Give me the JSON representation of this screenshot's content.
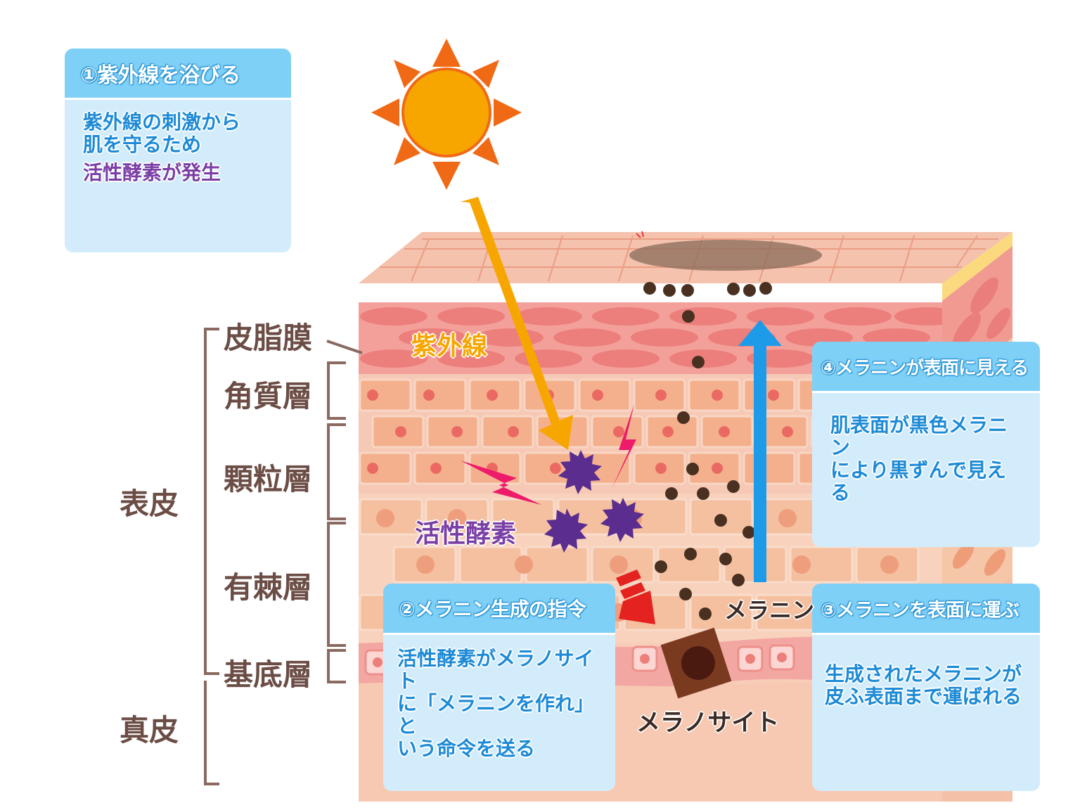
{
  "boxes": {
    "step1": {
      "title": "①紫外線を浴びる",
      "line1": "紫外線の刺激から",
      "line2": "肌を守るため",
      "line3": "活性酵素が発生"
    },
    "step2": {
      "title": "②メラニン生成の指令",
      "line1": "活性酵素がメラノサイト",
      "line2": "に「メラニンを作れ」と",
      "line3": "いう命令を送る"
    },
    "step3": {
      "title": "③メラニンを表面に運ぶ",
      "line1": "生成されたメラニンが",
      "line2": "皮ふ表面まで運ばれる"
    },
    "step4": {
      "title": "④メラニンが表面に見える",
      "line1": "肌表面が黒色メラニン",
      "line2": "により黒ずんで見える"
    }
  },
  "layers": {
    "sebum": "皮脂膜",
    "stratum_corneum": "角質層",
    "stratum_granulosum": "顆粒層",
    "stratum_spinosum": "有棘層",
    "stratum_basale": "基底層",
    "epidermis": "表皮",
    "dermis": "真皮"
  },
  "labels": {
    "uv": "紫外線",
    "active_oxygen": "活性酵素",
    "melanin": "メラニン",
    "melanocyte": "メラノサイト"
  },
  "colors": {
    "box_header": "#7fd0f7",
    "box_body": "#d3ecfb",
    "text_blue": "#1c8ad6",
    "text_purple": "#7a3ea5",
    "sun": "#f7a600",
    "sun_rays": "#f06a16",
    "uv_arrow": "#f7a600",
    "up_arrow": "#1e9be8",
    "melanin_dot": "#4a3020",
    "bracket": "#8a6a60"
  }
}
